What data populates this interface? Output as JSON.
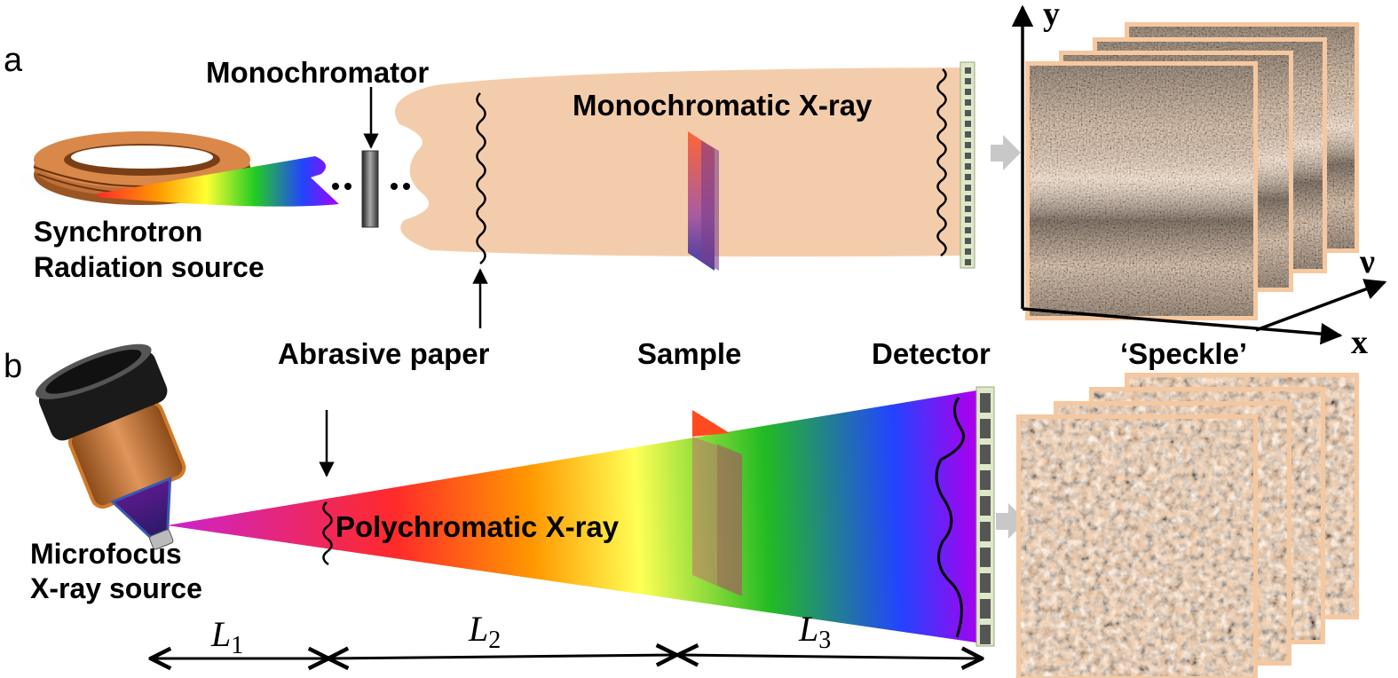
{
  "panel_a": {
    "letter": "a",
    "monochromator": "Monochromator",
    "source_line1": "Synchrotron",
    "source_line2": "Radiation source",
    "beam": "Monochromatic X-ray",
    "axis_y": "y",
    "axis_x": "x",
    "axis_v": "ν"
  },
  "shared_labels": {
    "abrasive_paper": "Abrasive paper",
    "sample": "Sample",
    "detector": "Detector",
    "speckle": "‘Speckle’"
  },
  "panel_b": {
    "letter": "b",
    "source_line1": "Microfocus",
    "source_line2": "X-ray source",
    "beam": "Polychromatic X-ray"
  },
  "distances": [
    {
      "symbol": "L",
      "subscript": "1"
    },
    {
      "symbol": "L",
      "subscript": "2"
    },
    {
      "symbol": "L",
      "subscript": "3"
    }
  ],
  "colors": {
    "mono_beam": "#f3cdab",
    "ring": "#b8692c",
    "frame_border": "#f5c8a0"
  }
}
